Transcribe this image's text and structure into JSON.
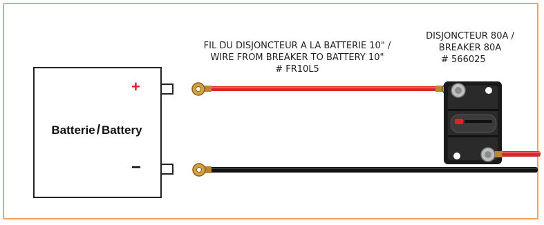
{
  "battery": {
    "label_left": "Batterie",
    "separator": "/",
    "label_right": "Battery",
    "positive_symbol": "+",
    "negative_symbol": "−"
  },
  "wire_label": {
    "line1": "FIL DU DISJONCTEUR A LA BATTERIE 10\" /",
    "line2": "WIRE FROM BREAKER TO BATTERY 10\"",
    "line3": "# FR10L5"
  },
  "breaker_label": {
    "line1": "DISJONCTEUR 80A /",
    "line2": "BREAKER 80A",
    "line3": "# 566025"
  },
  "colors": {
    "frame": "#f0a656",
    "positive_wire": "#d9262b",
    "negative_wire": "#111111",
    "positive_symbol": "#e21b23"
  }
}
